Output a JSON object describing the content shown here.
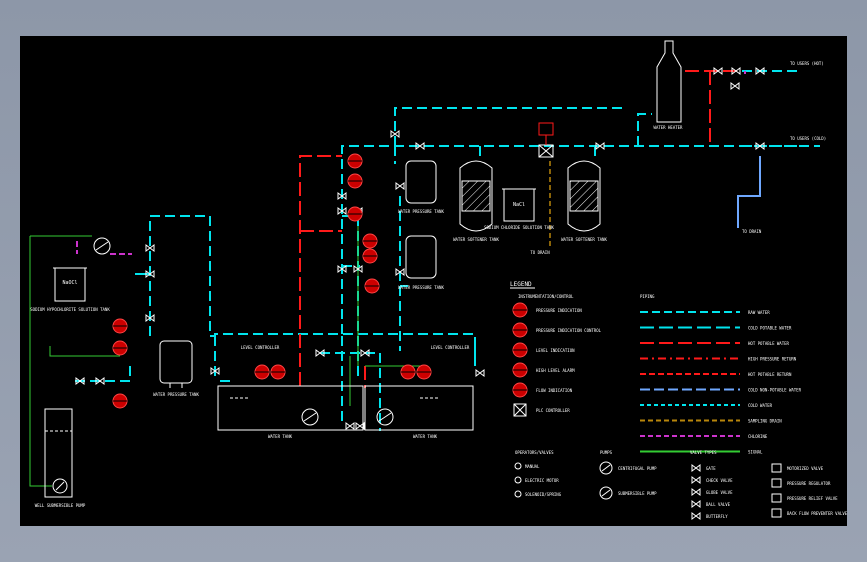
{
  "colors": {
    "background": "#000000",
    "frame": "#8d97a8",
    "raw_water": "#00e5ee",
    "hot_water": "#ff1a1a",
    "cold_water": "#6fa8ff",
    "signal": "#33cc33",
    "chlorine": "#cc33cc",
    "sampling": "#b8860b",
    "equipment": "#ffffff"
  },
  "equipment_labels": {
    "water_heater": "WATER HEATER",
    "sodium_hypochlorite_tank": "SODIUM HYPOCHLORITE SOLUTION TANK",
    "naocl": "NaOCl",
    "pressure_tank_left": "WATER PRESSURE TANK",
    "pressure_tank_top": "WATER PRESSURE TANK",
    "pressure_tank_mid": "WATER PRESSURE TANK",
    "softener_1": "WATER SOFTENER TANK",
    "softener_2": "WATER SOFTENER TANK",
    "brine_tank": "SODIUM CHLORIDE SOLUTION TANK",
    "nacl": "NaCl",
    "submersible_pump": "WELL SUBMERSIBLE PUMP",
    "water_tank_1": "WATER TANK",
    "water_tank_2": "WATER TANK",
    "controller_1": "LEVEL CONTROLLER",
    "controller_2": "LEVEL CONTROLLER",
    "to_drain": "TO DRAIN",
    "to_users_hot": "TO USERS (HOT)",
    "to_users_cold": "TO USERS (COLD)",
    "drain_bottom": "TO DRAIN"
  },
  "legend": {
    "title": "LEGEND",
    "instruments_header": "INSTRUMENTATION/CONTROL",
    "piping_header": "PIPING",
    "instruments": [
      {
        "symbol": "P",
        "label": "PRESSURE INDICATION"
      },
      {
        "symbol": "PC",
        "label": "PRESSURE INDICATION CONTROL"
      },
      {
        "symbol": "L",
        "label": "LEVEL INDICATION"
      },
      {
        "symbol": "H",
        "label": "HIGH LEVEL ALARM"
      },
      {
        "symbol": "F",
        "label": "FLOW INDICATION"
      },
      {
        "symbol": "X",
        "label": "PLC CONTROLLER"
      }
    ],
    "piping": [
      {
        "label": "RAW WATER",
        "color": "#00e5ee",
        "dash": "8,4"
      },
      {
        "label": "COLD POTABLE WATER",
        "color": "#00e5ee",
        "dash": "14,5"
      },
      {
        "label": "HOT POTABLE WATER",
        "color": "#ff1a1a",
        "dash": "14,5"
      },
      {
        "label": "HIGH PRESSURE RETURN",
        "color": "#ff1a1a",
        "dash": "8,4,2,4"
      },
      {
        "label": "HOT POTABLE RETURN",
        "color": "#ff1a1a",
        "dash": "6,3"
      },
      {
        "label": "COLD NON-POTABLE WATER",
        "color": "#6fa8ff",
        "dash": "10,4"
      },
      {
        "label": "COLD WATER",
        "color": "#00e5ee",
        "dash": "4,3"
      },
      {
        "label": "SAMPLING DRAIN",
        "color": "#b8860b",
        "dash": "5,3"
      },
      {
        "label": "CHLORINE",
        "color": "#cc33cc",
        "dash": "5,3"
      },
      {
        "label": "SIGNAL",
        "color": "#33cc33",
        "dash": "0"
      }
    ],
    "operators_header": "OPERATORS/VALVES",
    "pumps_header": "PUMPS",
    "valves_header": "VALVE TYPES",
    "operators": [
      "MANUAL",
      "ELECTRIC MOTOR",
      "SOLENOID/SPRING"
    ],
    "pumps": [
      "CENTRIFUGAL PUMP",
      "SUBMERSIBLE PUMP"
    ],
    "valves_left": [
      "GATE",
      "CHECK VALVE",
      "GLOBE VALVE",
      "BALL VALVE",
      "BUTTERFLY"
    ],
    "valves_right": [
      "MOTORIZED VALVE",
      "PRESSURE REGULATOR",
      "PRESSURE RELIEF VALVE",
      "BACK FLOW PREVENTER VALVE"
    ]
  }
}
